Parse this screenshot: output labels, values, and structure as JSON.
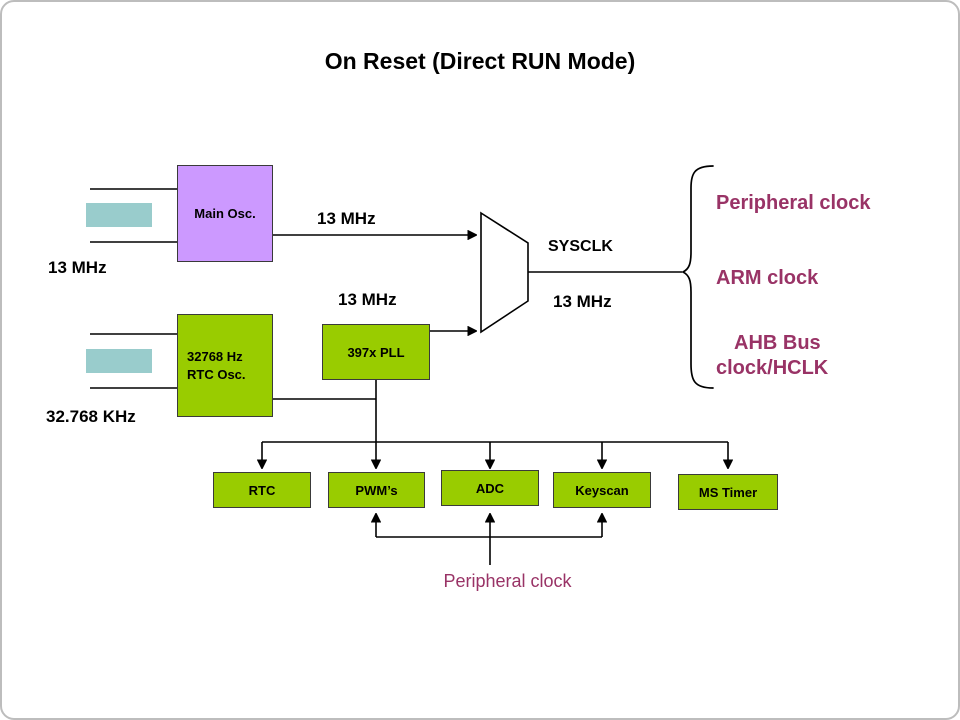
{
  "title": "On Reset (Direct RUN Mode)",
  "colors": {
    "osc_purple": "#CC99FF",
    "block_green": "#99CC00",
    "crystal_teal": "#99CCCC",
    "accent_magenta": "#993366"
  },
  "main_osc": {
    "label": "Main Osc.",
    "crystal_freq": "13 MHz",
    "output_freq": "13 MHz"
  },
  "rtc_osc": {
    "label_line1": "32768 Hz",
    "label_line2": "RTC Osc.",
    "crystal_freq": "32.768 KHz"
  },
  "pll": {
    "label": "397x PLL",
    "output_freq": "13 MHz"
  },
  "sysclk": {
    "label": "SYSCLK",
    "output_freq": "13 MHz"
  },
  "clock_outputs": {
    "peripheral": "Peripheral clock",
    "arm": "ARM clock",
    "ahb_line1": "AHB Bus",
    "ahb_line2": "clock/HCLK"
  },
  "peripherals": [
    {
      "label": "RTC"
    },
    {
      "label": "PWM’s"
    },
    {
      "label": "ADC"
    },
    {
      "label": "Keyscan"
    },
    {
      "label": "MS Timer"
    }
  ],
  "bottom_peripheral_clock": "Peripheral clock"
}
